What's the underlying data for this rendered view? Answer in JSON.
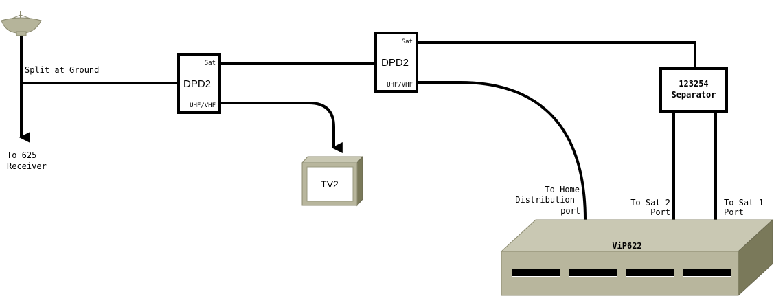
{
  "diagram": {
    "colors": {
      "wire": "#000000",
      "device_top": "#c9c8b3",
      "device_front": "#b8b69d",
      "device_side": "#7a795a",
      "dish": "#b5b49a"
    },
    "dish": {
      "icon": "satellite-dish-icon"
    },
    "labels": {
      "split_at_ground": "Split at Ground",
      "to_625_line1": "To 625",
      "to_625_line2": "Receiver",
      "home_line1": "To Home",
      "home_line2": "Distribution",
      "home_line3": "port",
      "sat2_line1": "To Sat 2",
      "sat2_line2": "Port",
      "sat1_line1": "To Sat 1",
      "sat1_line2": "Port"
    },
    "dpd2_a": {
      "name": "DPD2",
      "port_sat": "Sat",
      "port_uhf": "UHF/VHF"
    },
    "dpd2_b": {
      "name": "DPD2",
      "port_sat": "Sat",
      "port_uhf": "UHF/VHF"
    },
    "separator": {
      "line1": "123254",
      "line2": "Separator"
    },
    "tv": {
      "label": "TV2"
    },
    "receiver": {
      "label": "ViP622",
      "slots": 4
    }
  }
}
